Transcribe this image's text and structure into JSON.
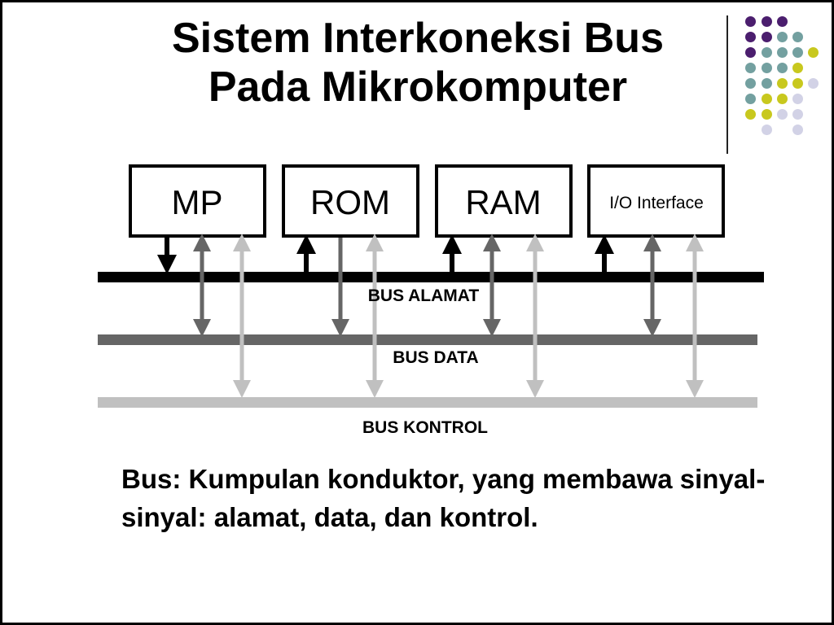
{
  "slide": {
    "title_line1": "Sistem Interkoneksi Bus",
    "title_line2": "Pada Mikrokomputer"
  },
  "diagram": {
    "components": [
      {
        "label": "MP"
      },
      {
        "label": "ROM"
      },
      {
        "label": "RAM"
      },
      {
        "label": "I/O Interface"
      }
    ],
    "buses": {
      "address": "BUS ALAMAT",
      "data": "BUS DATA",
      "control": "BUS KONTROL"
    }
  },
  "description": "Bus:  Kumpulan konduktor, yang membawa sinyal-sinyal: alamat, data, dan kontrol.",
  "colors": {
    "address_bus": "#000000",
    "data_bus": "#666666",
    "control_bus": "#c0c0c0",
    "dot_purple": "#4b1e6e",
    "dot_teal": "#73a0a0",
    "dot_yellow": "#c8c81e",
    "dot_lavender": "#d2d2e6"
  }
}
